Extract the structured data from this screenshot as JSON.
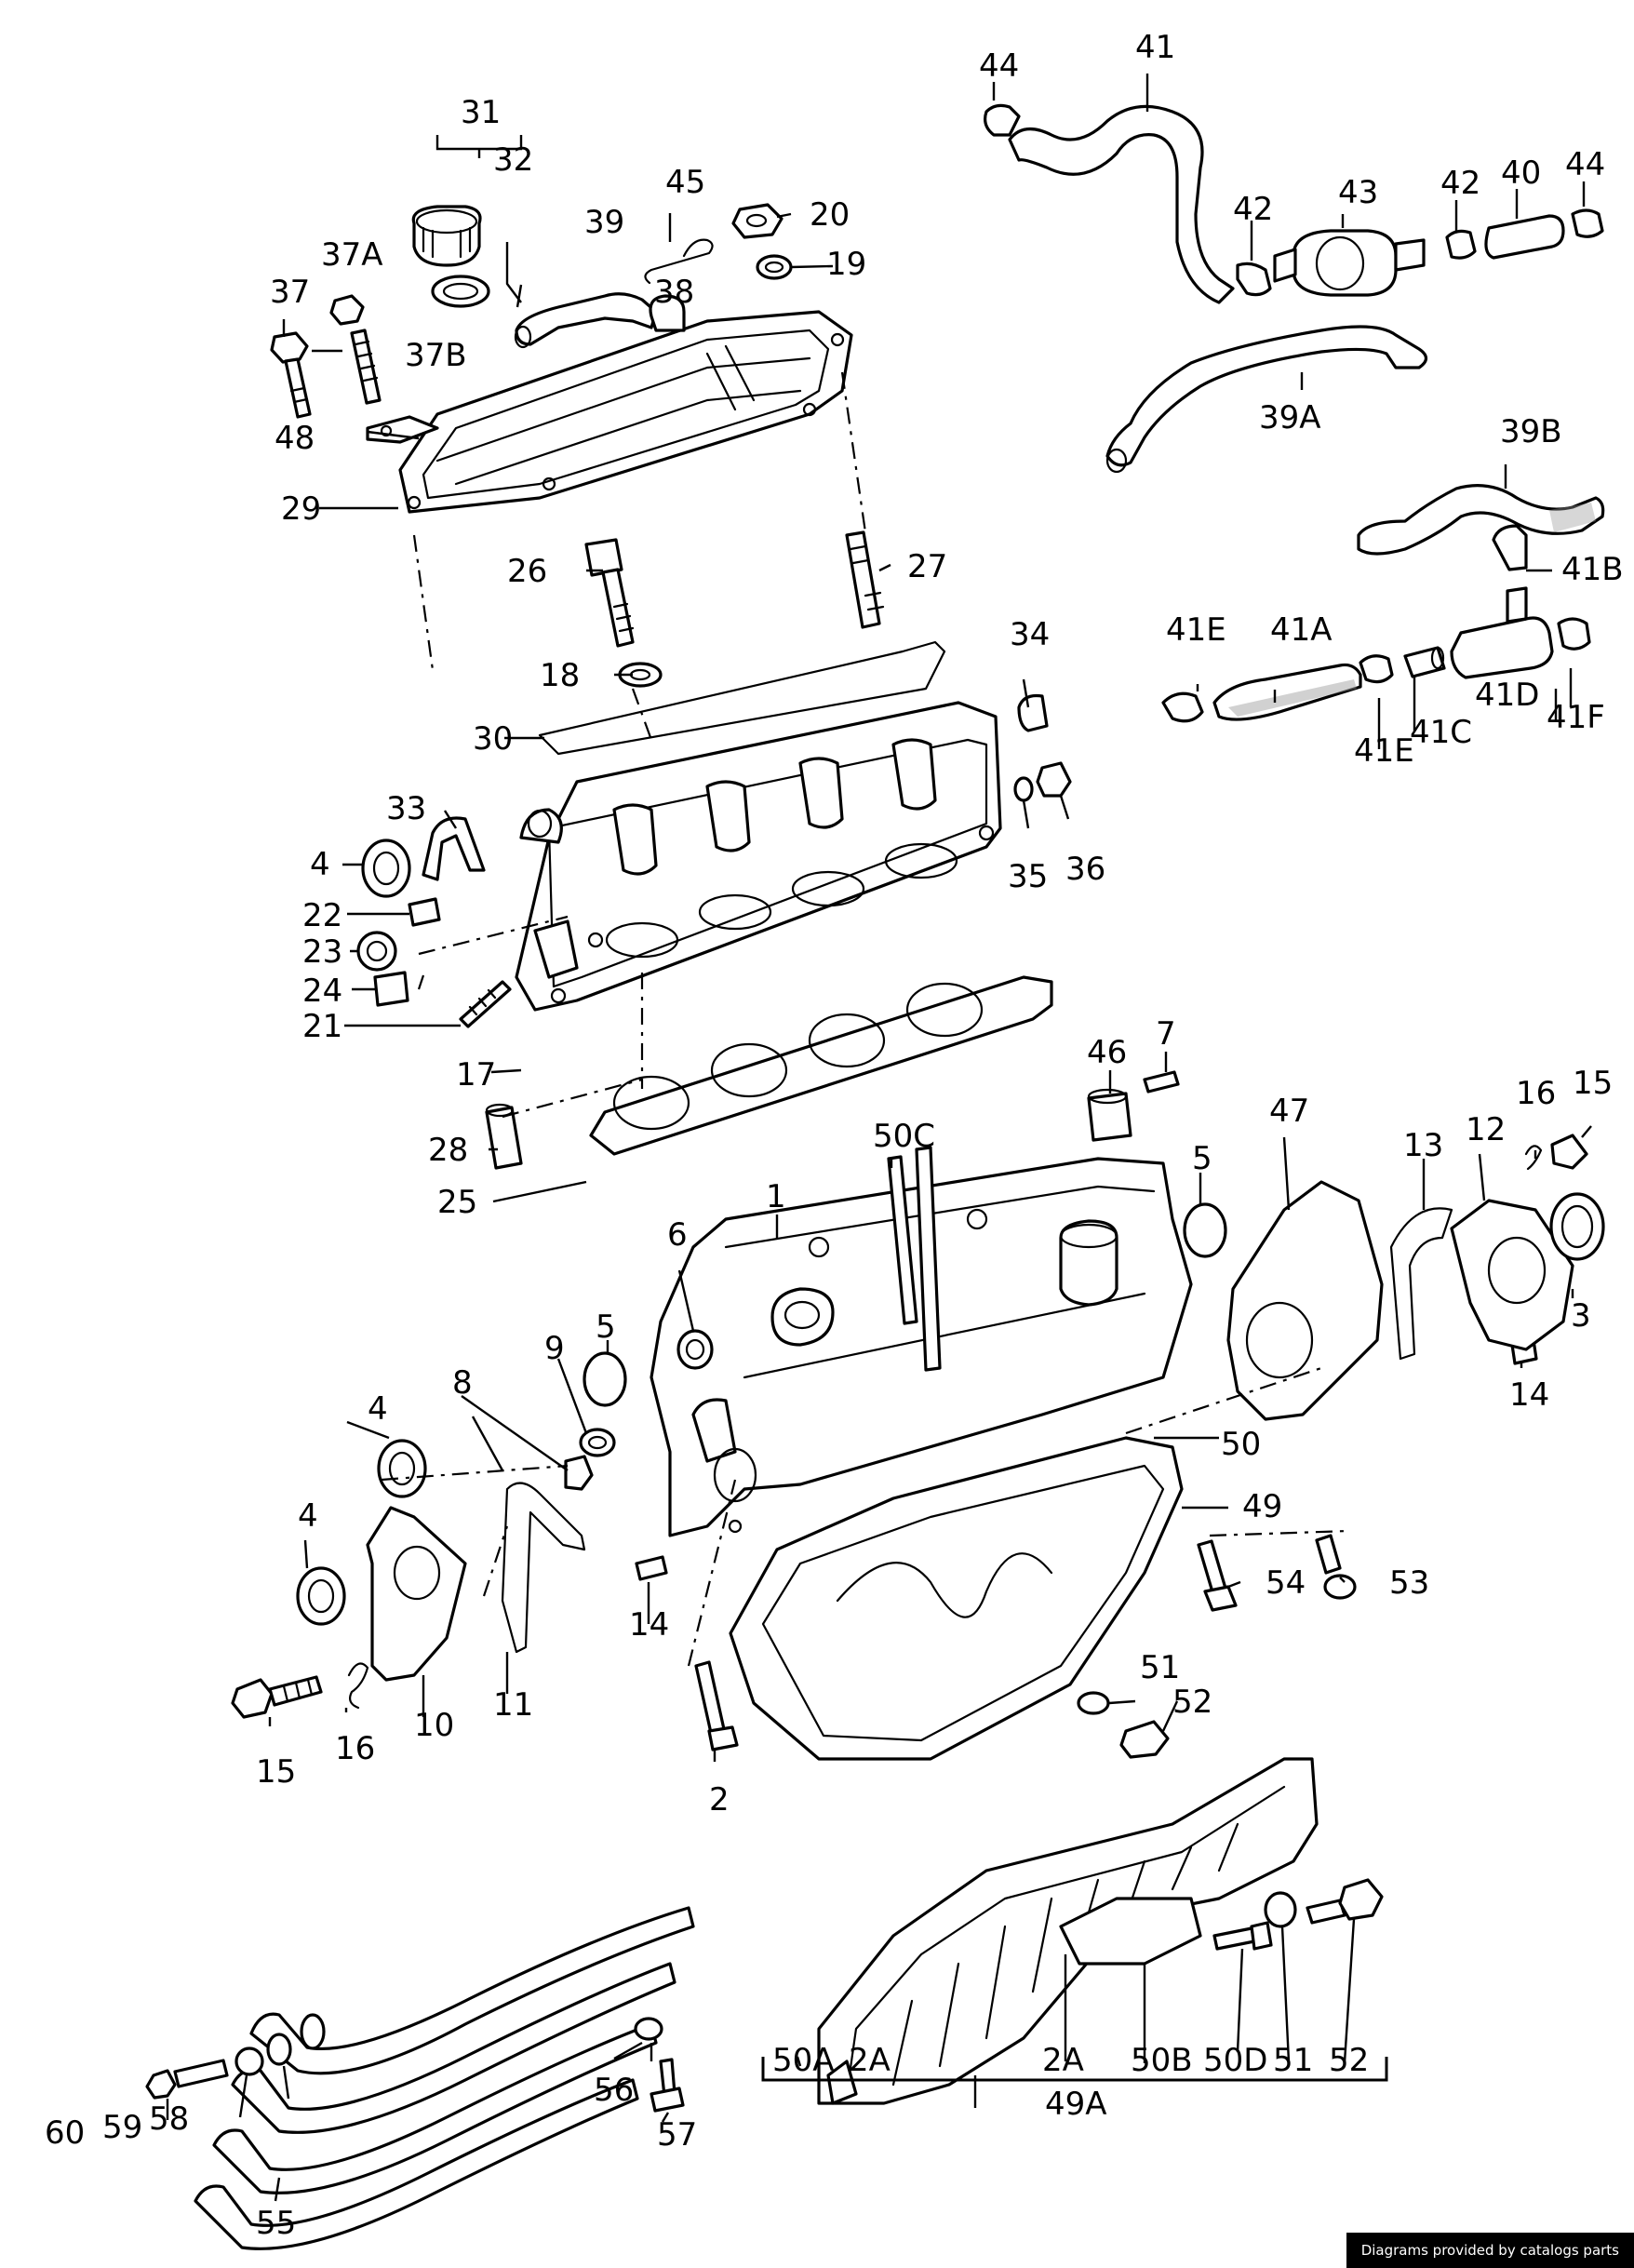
{
  "parts": [
    {
      "id": "p1",
      "label": "1"
    },
    {
      "id": "p2",
      "label": "2"
    },
    {
      "id": "p2a_1",
      "label": "2A"
    },
    {
      "id": "p2a_2",
      "label": "2A"
    },
    {
      "id": "p3",
      "label": "3"
    },
    {
      "id": "p4_1",
      "label": "4"
    },
    {
      "id": "p4_2",
      "label": "4"
    },
    {
      "id": "p4_3",
      "label": "4"
    },
    {
      "id": "p5_1",
      "label": "5"
    },
    {
      "id": "p5_2",
      "label": "5"
    },
    {
      "id": "p6",
      "label": "6"
    },
    {
      "id": "p7",
      "label": "7"
    },
    {
      "id": "p8",
      "label": "8"
    },
    {
      "id": "p9",
      "label": "9"
    },
    {
      "id": "p10",
      "label": "10"
    },
    {
      "id": "p11",
      "label": "11"
    },
    {
      "id": "p12",
      "label": "12"
    },
    {
      "id": "p13",
      "label": "13"
    },
    {
      "id": "p14_1",
      "label": "14"
    },
    {
      "id": "p14_2",
      "label": "14"
    },
    {
      "id": "p15_1",
      "label": "15"
    },
    {
      "id": "p15_2",
      "label": "15"
    },
    {
      "id": "p16_1",
      "label": "16"
    },
    {
      "id": "p16_2",
      "label": "16"
    },
    {
      "id": "p17",
      "label": "17"
    },
    {
      "id": "p18",
      "label": "18"
    },
    {
      "id": "p19",
      "label": "19"
    },
    {
      "id": "p20",
      "label": "20"
    },
    {
      "id": "p21",
      "label": "21"
    },
    {
      "id": "p22",
      "label": "22"
    },
    {
      "id": "p23",
      "label": "23"
    },
    {
      "id": "p24",
      "label": "24"
    },
    {
      "id": "p25",
      "label": "25"
    },
    {
      "id": "p26",
      "label": "26"
    },
    {
      "id": "p27",
      "label": "27"
    },
    {
      "id": "p28",
      "label": "28"
    },
    {
      "id": "p29",
      "label": "29"
    },
    {
      "id": "p30",
      "label": "30"
    },
    {
      "id": "p31",
      "label": "31"
    },
    {
      "id": "p32",
      "label": "32"
    },
    {
      "id": "p33",
      "label": "33"
    },
    {
      "id": "p34",
      "label": "34"
    },
    {
      "id": "p35",
      "label": "35"
    },
    {
      "id": "p36",
      "label": "36"
    },
    {
      "id": "p37",
      "label": "37"
    },
    {
      "id": "p37a",
      "label": "37A"
    },
    {
      "id": "p37b",
      "label": "37B"
    },
    {
      "id": "p38",
      "label": "38"
    },
    {
      "id": "p39",
      "label": "39"
    },
    {
      "id": "p39a",
      "label": "39A"
    },
    {
      "id": "p39b",
      "label": "39B"
    },
    {
      "id": "p40",
      "label": "40"
    },
    {
      "id": "p41",
      "label": "41"
    },
    {
      "id": "p41a",
      "label": "41A"
    },
    {
      "id": "p41b",
      "label": "41B"
    },
    {
      "id": "p41c",
      "label": "41C"
    },
    {
      "id": "p41d",
      "label": "41D"
    },
    {
      "id": "p41e_1",
      "label": "41E"
    },
    {
      "id": "p41e_2",
      "label": "41E"
    },
    {
      "id": "p41f",
      "label": "41F"
    },
    {
      "id": "p42_1",
      "label": "42"
    },
    {
      "id": "p42_2",
      "label": "42"
    },
    {
      "id": "p43",
      "label": "43"
    },
    {
      "id": "p44_1",
      "label": "44"
    },
    {
      "id": "p44_2",
      "label": "44"
    },
    {
      "id": "p45",
      "label": "45"
    },
    {
      "id": "p46",
      "label": "46"
    },
    {
      "id": "p47",
      "label": "47"
    },
    {
      "id": "p48",
      "label": "48"
    },
    {
      "id": "p49",
      "label": "49"
    },
    {
      "id": "p49a",
      "label": "49A"
    },
    {
      "id": "p50",
      "label": "50"
    },
    {
      "id": "p50a",
      "label": "50A"
    },
    {
      "id": "p50b",
      "label": "50B"
    },
    {
      "id": "p50c",
      "label": "50C"
    },
    {
      "id": "p50d",
      "label": "50D"
    },
    {
      "id": "p51_1",
      "label": "51"
    },
    {
      "id": "p51_2",
      "label": "51"
    },
    {
      "id": "p52_1",
      "label": "52"
    },
    {
      "id": "p52_2",
      "label": "52"
    },
    {
      "id": "p53",
      "label": "53"
    },
    {
      "id": "p54",
      "label": "54"
    },
    {
      "id": "p55",
      "label": "55"
    },
    {
      "id": "p56",
      "label": "56"
    },
    {
      "id": "p57",
      "label": "57"
    },
    {
      "id": "p58",
      "label": "58"
    },
    {
      "id": "p59",
      "label": "59"
    },
    {
      "id": "p60",
      "label": "60"
    }
  ],
  "credit": "Diagrams provided by catalogs parts"
}
